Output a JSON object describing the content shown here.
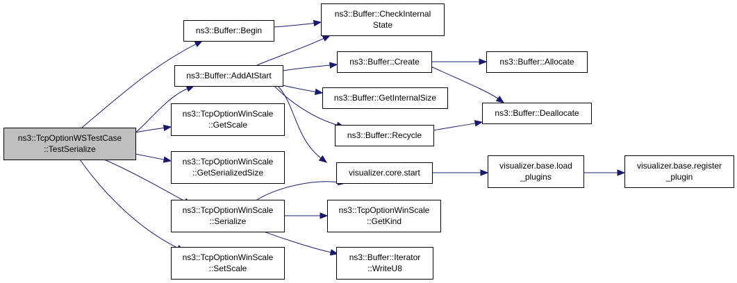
{
  "diagram": {
    "nodes": [
      {
        "id": "root",
        "lines": [
          "ns3::TcpOptionWSTestCase",
          "::TestSerialize"
        ],
        "highlighted": true
      },
      {
        "id": "begin",
        "lines": [
          "ns3::Buffer::Begin"
        ]
      },
      {
        "id": "addatstart",
        "lines": [
          "ns3::Buffer::AddAtStart"
        ]
      },
      {
        "id": "getscale",
        "lines": [
          "ns3::TcpOptionWinScale",
          "::GetScale"
        ]
      },
      {
        "id": "getserializedsize",
        "lines": [
          "ns3::TcpOptionWinScale",
          "::GetSerializedSize"
        ]
      },
      {
        "id": "serialize",
        "lines": [
          "ns3::TcpOptionWinScale",
          "::Serialize"
        ]
      },
      {
        "id": "setscale",
        "lines": [
          "ns3::TcpOptionWinScale",
          "::SetScale"
        ]
      },
      {
        "id": "checkinternal",
        "lines": [
          "ns3::Buffer::CheckInternal",
          "State"
        ]
      },
      {
        "id": "create",
        "lines": [
          "ns3::Buffer::Create"
        ]
      },
      {
        "id": "getinternalsize",
        "lines": [
          "ns3::Buffer::GetInternalSize"
        ]
      },
      {
        "id": "recycle",
        "lines": [
          "ns3::Buffer::Recycle"
        ]
      },
      {
        "id": "vcorestart",
        "lines": [
          "visualizer.core.start"
        ]
      },
      {
        "id": "getkind",
        "lines": [
          "ns3::TcpOptionWinScale",
          "::GetKind"
        ]
      },
      {
        "id": "writeu8",
        "lines": [
          "ns3::Buffer::Iterator",
          "::WriteU8"
        ]
      },
      {
        "id": "allocate",
        "lines": [
          "ns3::Buffer::Allocate"
        ]
      },
      {
        "id": "deallocate",
        "lines": [
          "ns3::Buffer::Deallocate"
        ]
      },
      {
        "id": "loadplugins",
        "lines": [
          "visualizer.base.load",
          "_plugins"
        ]
      },
      {
        "id": "registerplugin",
        "lines": [
          "visualizer.base.register",
          "_plugin"
        ]
      }
    ],
    "edges": [
      [
        "root",
        "begin"
      ],
      [
        "root",
        "addatstart"
      ],
      [
        "root",
        "getscale"
      ],
      [
        "root",
        "getserializedsize"
      ],
      [
        "root",
        "serialize"
      ],
      [
        "root",
        "setscale"
      ],
      [
        "begin",
        "checkinternal"
      ],
      [
        "addatstart",
        "checkinternal"
      ],
      [
        "addatstart",
        "create"
      ],
      [
        "addatstart",
        "getinternalsize"
      ],
      [
        "addatstart",
        "recycle"
      ],
      [
        "addatstart",
        "vcorestart"
      ],
      [
        "create",
        "allocate"
      ],
      [
        "create",
        "deallocate"
      ],
      [
        "recycle",
        "deallocate"
      ],
      [
        "serialize",
        "vcorestart"
      ],
      [
        "serialize",
        "getkind"
      ],
      [
        "serialize",
        "writeu8"
      ],
      [
        "vcorestart",
        "loadplugins"
      ],
      [
        "loadplugins",
        "registerplugin"
      ]
    ],
    "colors": {
      "edge": "#191970",
      "root_fill": "#bfbfbf",
      "node_fill": "#ffffff",
      "border": "#000000"
    }
  }
}
